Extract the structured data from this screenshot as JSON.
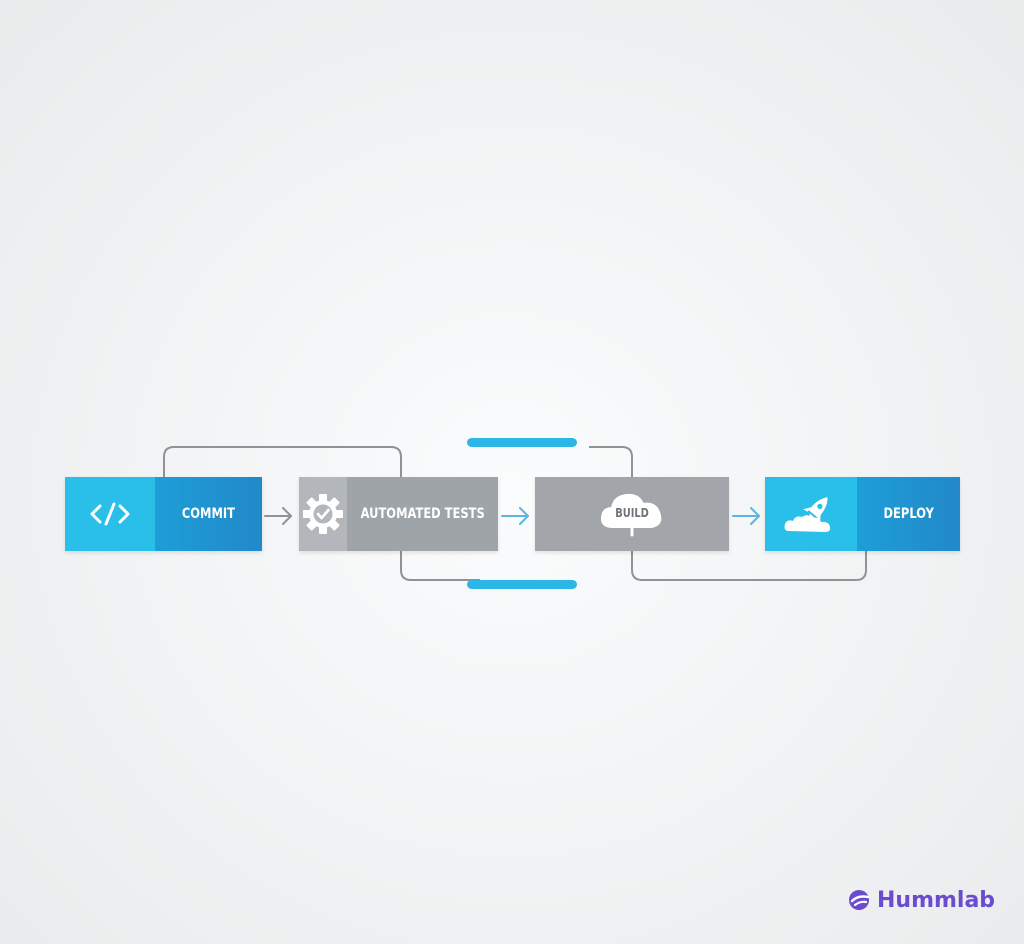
{
  "diagram": {
    "stages": {
      "commit": {
        "label": "COMMIT",
        "icon": "code-icon"
      },
      "tests": {
        "label": "AUTOMATED TESTS",
        "icon": "gear-check-icon"
      },
      "build": {
        "label": "BUILD",
        "icon": "cloud-upload-icon"
      },
      "deploy": {
        "label": "DEPLOY",
        "icon": "rocket-cloud-icon"
      }
    },
    "colors": {
      "primary_light": "#29bfe9",
      "primary_dark": "#2289c8",
      "neutral_light": "#b3b7bb",
      "neutral_dark": "#9fa4a9",
      "connector": "#8e9398",
      "arrow": "#5bb5e0",
      "accent_bar": "#2bb6e6"
    }
  },
  "brand": {
    "name": "Hummlab",
    "color": "#6b4bd0",
    "icon": "hummlab-logo-icon"
  }
}
